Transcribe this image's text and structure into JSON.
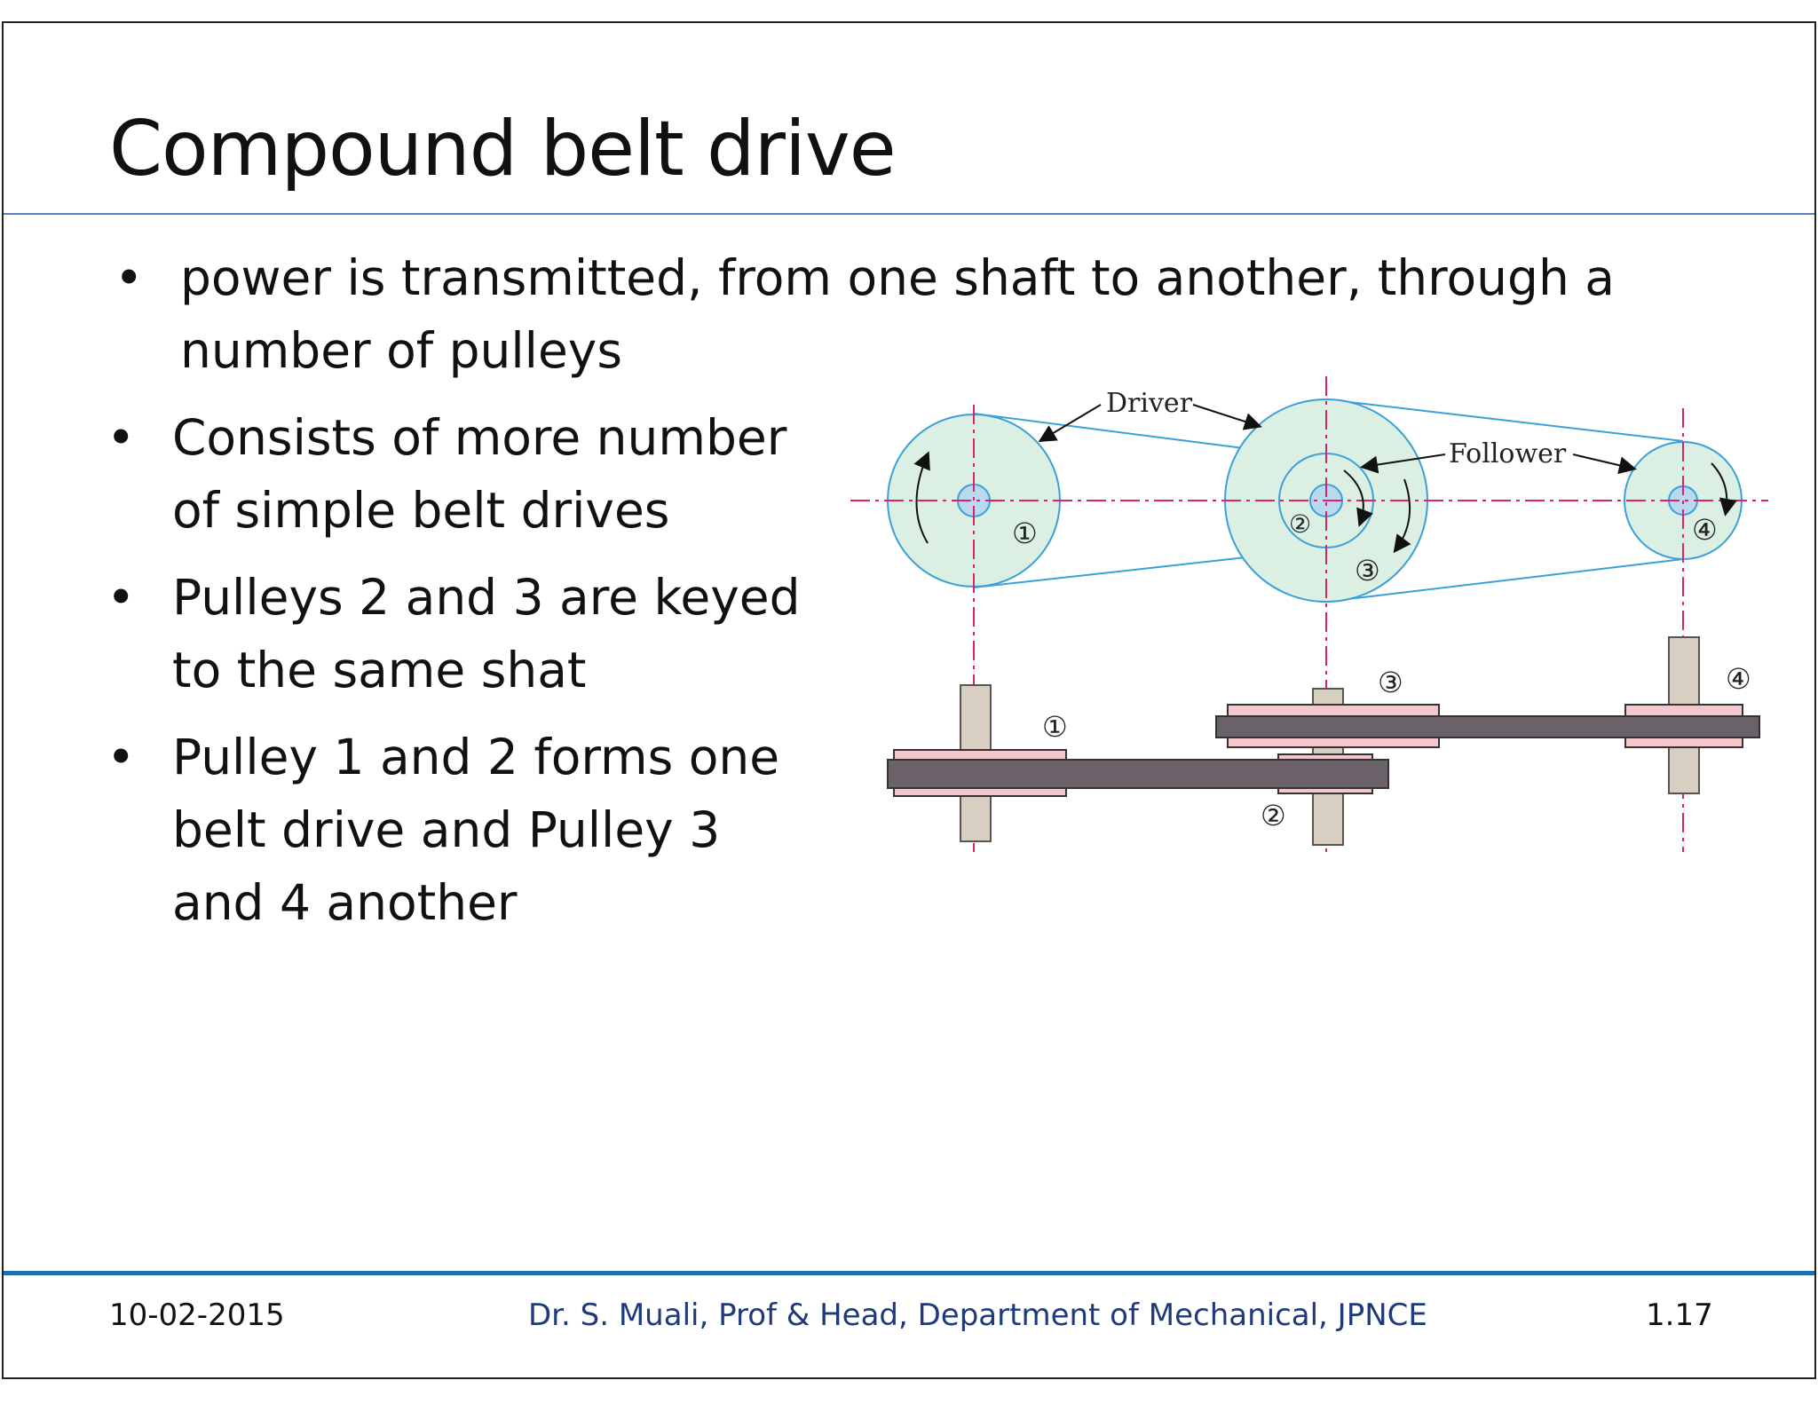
{
  "slide": {
    "title": "Compound belt drive",
    "bullets": [
      "power is transmitted, from one shaft to another, through a number of pulleys",
      "Consists of more number of simple belt drives",
      "Pulleys 2 and 3 are keyed to the same shat",
      "Pulley 1 and 2 forms one belt drive and Pulley 3 and 4 another"
    ],
    "bullet_symbol": "•"
  },
  "diagram": {
    "labels": {
      "driver": "Driver",
      "follower": "Follower",
      "p1": "①",
      "p2": "②",
      "p3": "③",
      "p4": "④"
    },
    "colors": {
      "pulley_fill": "#dcefe3",
      "pulley_stroke": "#3aa0d8",
      "centerline": "#e0206e",
      "belt": "#6b6269",
      "hub": "#f5c6cc",
      "shaft": "#d8cfc2"
    }
  },
  "footer": {
    "date": "10-02-2015",
    "author": "Dr. S. Muali, Prof & Head, Department of Mechanical, JPNCE",
    "page": "1.17"
  }
}
